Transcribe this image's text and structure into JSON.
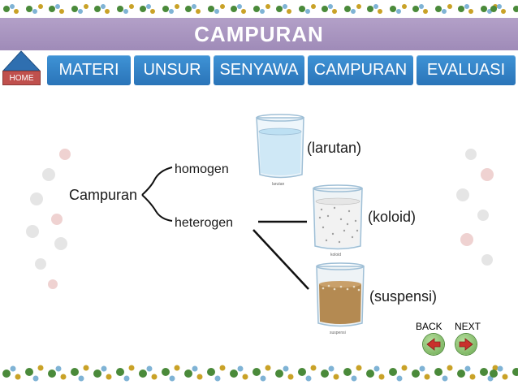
{
  "header": {
    "title": "CAMPURAN"
  },
  "nav": {
    "home": "HOME",
    "items": [
      {
        "label": "MATERI"
      },
      {
        "label": "UNSUR"
      },
      {
        "label": "SENYAWA"
      },
      {
        "label": "CAMPURAN"
      },
      {
        "label": "EVALUASI"
      }
    ]
  },
  "diagram": {
    "root": "Campuran",
    "homogen": "homogen",
    "heterogen": "heterogen",
    "larutan": "(larutan)",
    "koloid": "(koloid)",
    "suspensi": "(suspensi)",
    "caption_larutan": "larutan",
    "caption_koloid": "koloid",
    "caption_suspensi": "suspensi"
  },
  "controls": {
    "back": "BACK",
    "next": "NEXT"
  },
  "colors": {
    "title_bar": "#a895c0",
    "nav_button": "#3284c8",
    "home_button": "#c0504d",
    "arrow": "#c9302c"
  }
}
